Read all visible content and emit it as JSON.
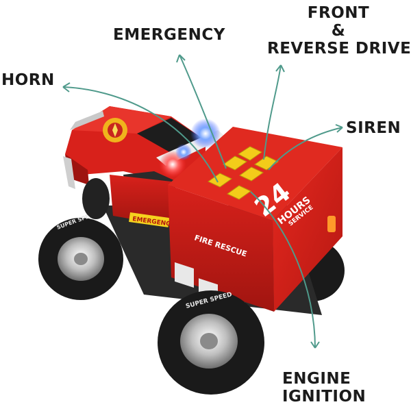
{
  "callouts": {
    "horn": "HORN",
    "emergency": "EMERGENCY",
    "front_reverse": {
      "line1": "FRONT",
      "line2": "&",
      "line3": "REVERSE DRIVE"
    },
    "siren": "SIREN",
    "engine_ignition": {
      "line1": "ENGINE",
      "line2": "IGNITION"
    }
  },
  "truck": {
    "box_number": "24",
    "box_text1": "HOURS",
    "box_text2": "SERVICE",
    "side_text": "FIRE RESCUE",
    "door_text": "EMERGENCY",
    "tire_text": "SUPER SPEED"
  },
  "colors": {
    "body_red": "#d8211b",
    "dark_red": "#9e1410",
    "button_yellow": "#f3cc1a",
    "arrow_teal": "#4f9a8b",
    "tire_black": "#1a1a1a",
    "chrome": "#c8c8c8"
  },
  "icons": [
    "arrow-icon",
    "fire-badge-icon",
    "button-icon",
    "wheel-icon",
    "light-bar-icon"
  ]
}
